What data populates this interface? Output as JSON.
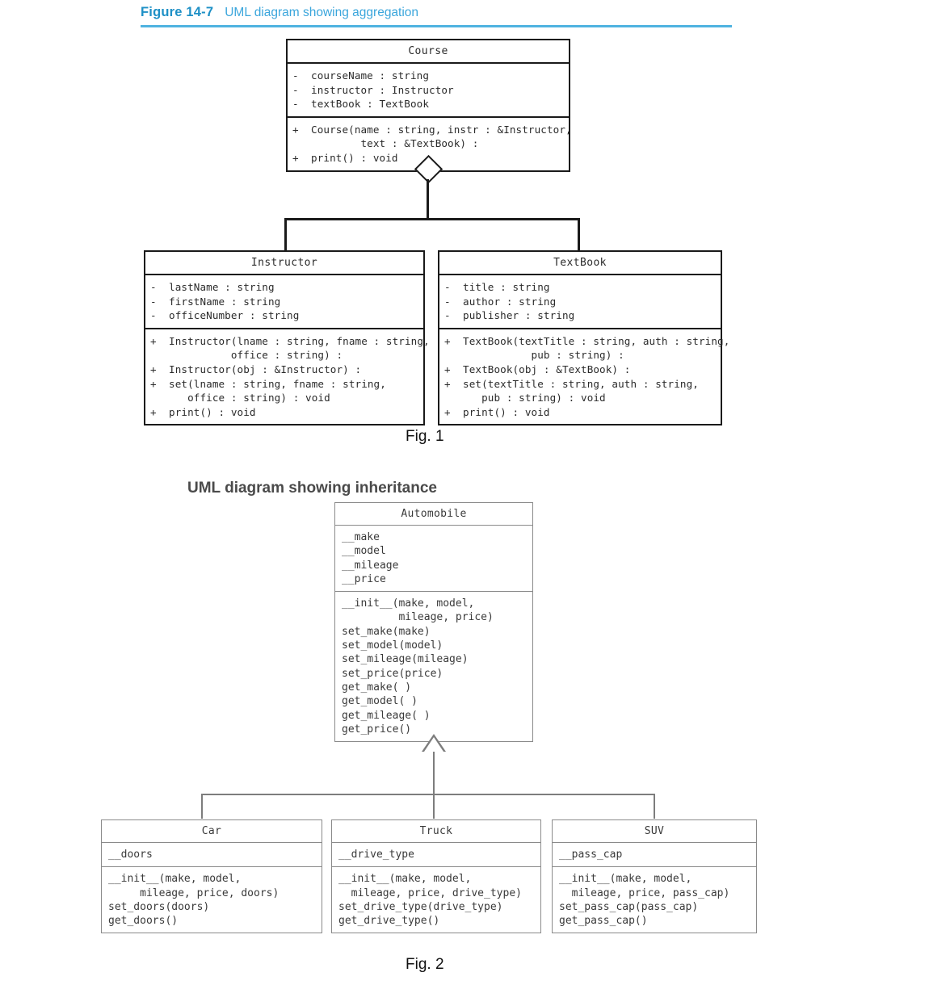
{
  "figure_header": {
    "number": "Figure 14-7",
    "caption": "UML diagram showing aggregation",
    "accent_color": "#4FB3E0"
  },
  "fig1": {
    "label": "Fig. 1",
    "classes": {
      "course": {
        "name": "Course",
        "attributes": [
          "-  courseName : string",
          "-  instructor : Instructor",
          "-  textBook : TextBook"
        ],
        "operations": [
          "+  Course(name : string, instr : &Instructor,",
          "           text : &TextBook) :",
          "+  print() : void"
        ]
      },
      "instructor": {
        "name": "Instructor",
        "attributes": [
          "-  lastName : string",
          "-  firstName : string",
          "-  officeNumber : string"
        ],
        "operations": [
          "+  Instructor(lname : string, fname : string,",
          "             office : string) :",
          "+  Instructor(obj : &Instructor) :",
          "+  set(lname : string, fname : string,",
          "      office : string) : void",
          "+  print() : void"
        ]
      },
      "textbook": {
        "name": "TextBook",
        "attributes": [
          "-  title : string",
          "-  author : string",
          "-  publisher : string"
        ],
        "operations": [
          "+  TextBook(textTitle : string, auth : string,",
          "              pub : string) :",
          "+  TextBook(obj : &TextBook) :",
          "+  set(textTitle : string, auth : string,",
          "      pub : string) : void",
          "+  print() : void"
        ]
      }
    },
    "relationship": "aggregation-diamond"
  },
  "fig2": {
    "title": "UML diagram showing inheritance",
    "label": "Fig. 2",
    "classes": {
      "automobile": {
        "name": "Automobile",
        "attributes": [
          "__make",
          "__model",
          "__mileage",
          "__price"
        ],
        "operations": [
          "__init__(make, model,",
          "         mileage, price)",
          "set_make(make)",
          "set_model(model)",
          "set_mileage(mileage)",
          "set_price(price)",
          "get_make( )",
          "get_model( )",
          "get_mileage( )",
          "get_price()"
        ]
      },
      "car": {
        "name": "Car",
        "attributes": [
          "__doors"
        ],
        "operations": [
          "__init__(make, model,",
          "     mileage, price, doors)",
          "set_doors(doors)",
          "get_doors()"
        ]
      },
      "truck": {
        "name": "Truck",
        "attributes": [
          "__drive_type"
        ],
        "operations": [
          "__init__(make, model,",
          "  mileage, price, drive_type)",
          "set_drive_type(drive_type)",
          "get_drive_type()"
        ]
      },
      "suv": {
        "name": "SUV",
        "attributes": [
          "__pass_cap"
        ],
        "operations": [
          "__init__(make, model,",
          "  mileage, price, pass_cap)",
          "set_pass_cap(pass_cap)",
          "get_pass_cap()"
        ]
      }
    },
    "relationship": "inheritance-triangle"
  }
}
